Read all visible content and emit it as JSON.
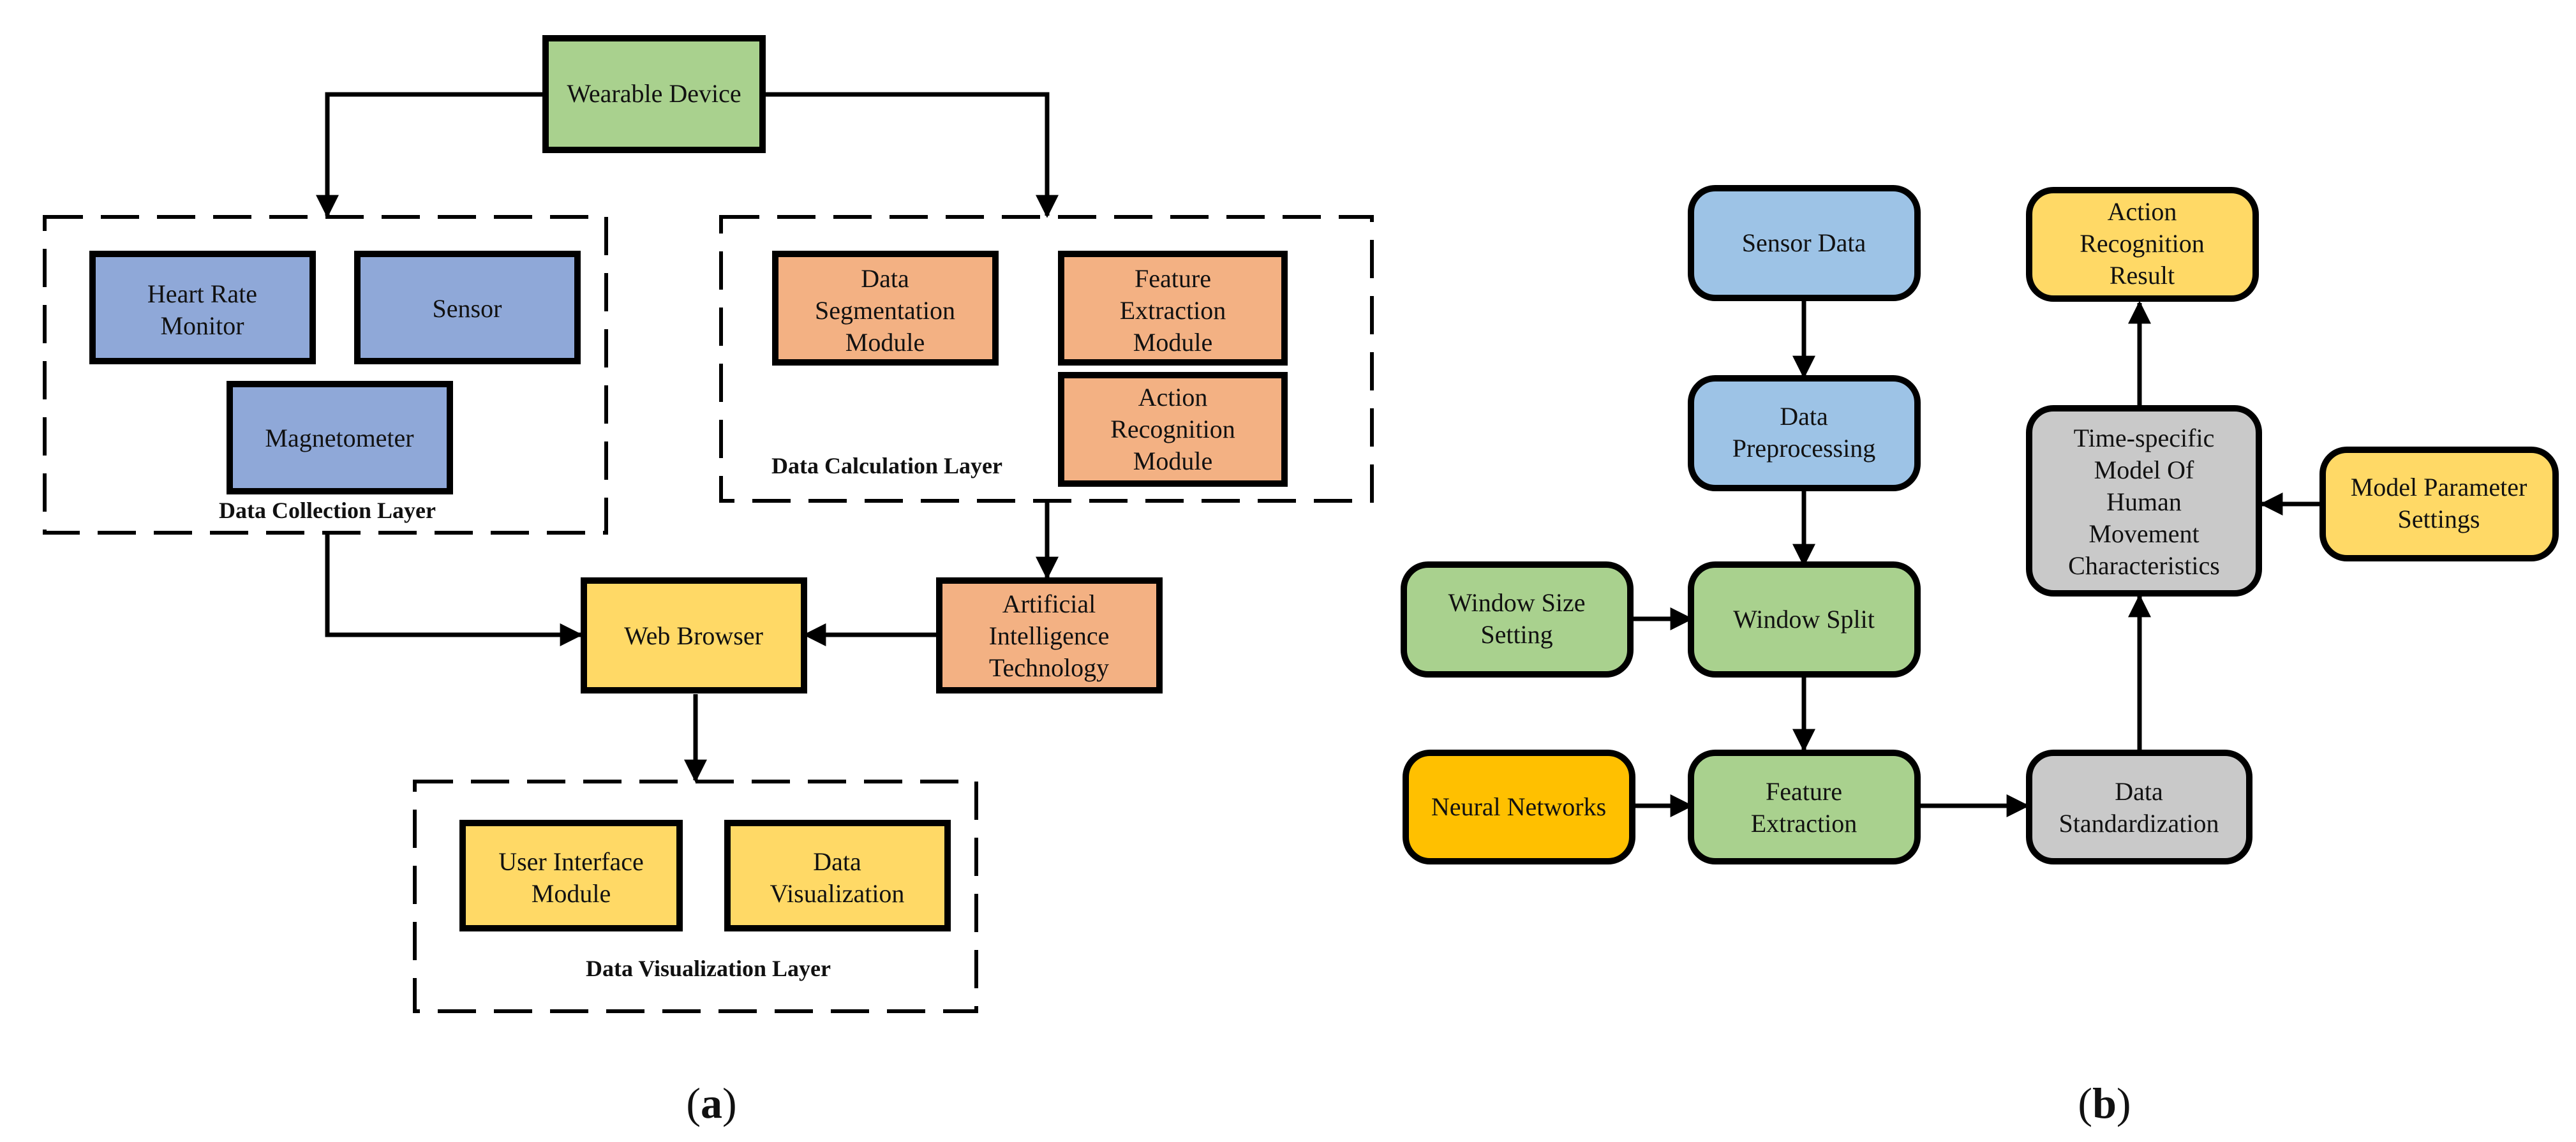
{
  "colors": {
    "blue": "#8fa8d8",
    "orange": "#f3b183",
    "yellow": "#ffd966",
    "green": "#a9d18e",
    "light_blue": "#9dc3e6",
    "gray": "#c9c9c9",
    "amber": "#ffc000",
    "stroke": "#000000"
  },
  "panel_a": {
    "label_open": "(",
    "label_letter": "a",
    "label_close": ")",
    "nodes": {
      "wearable_device": [
        "Wearable Device"
      ],
      "heart_rate_monitor": [
        "Heart Rate",
        "Monitor"
      ],
      "sensor": [
        "Sensor"
      ],
      "magnetometer": [
        "Magnetometer"
      ],
      "data_segmentation": [
        "Data",
        "Segmentation",
        "Module"
      ],
      "feature_extraction_module": [
        "Feature",
        "Extraction",
        "Module"
      ],
      "action_recognition_module": [
        "Action",
        "Recognition",
        "Module"
      ],
      "web_browser": [
        "Web Browser"
      ],
      "ai_technology": [
        "Artificial",
        "Intelligence",
        "Technology"
      ],
      "user_interface_module": [
        "User Interface",
        "Module"
      ],
      "data_visualization": [
        "Data",
        "Visualization"
      ]
    },
    "layers": {
      "collection": "Data Collection Layer",
      "calculation": "Data Calculation Layer",
      "visualization": "Data Visualization Layer"
    }
  },
  "panel_b": {
    "label_open": "(",
    "label_letter": "b",
    "label_close": ")",
    "nodes": {
      "sensor_data": [
        "Sensor Data"
      ],
      "data_preprocessing": [
        "Data",
        "Preprocessing"
      ],
      "window_size_setting": [
        "Window Size",
        "Setting"
      ],
      "window_split": [
        "Window Split"
      ],
      "neural_networks": [
        "Neural Networks"
      ],
      "feature_extraction": [
        "Feature",
        "Extraction"
      ],
      "data_standardization": [
        "Data",
        "Standardization"
      ],
      "time_specific_model": [
        "Time-specific",
        "Model Of",
        "Human",
        "Movement",
        "Characteristics"
      ],
      "action_recognition_result": [
        "Action",
        "Recognition",
        "Result"
      ],
      "model_parameter_settings": [
        "Model Parameter",
        "Settings"
      ]
    }
  }
}
